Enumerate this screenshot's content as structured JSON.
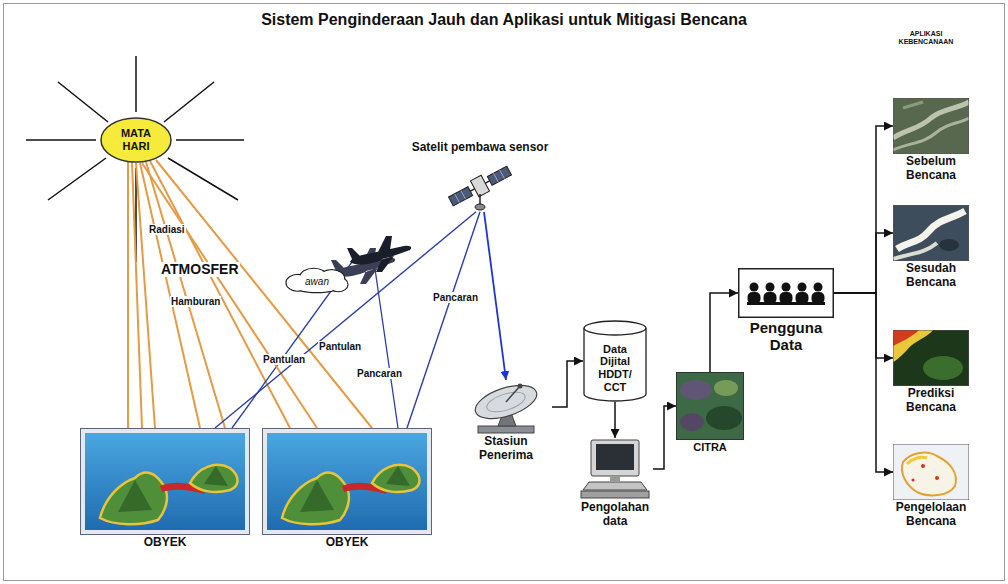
{
  "diagram": {
    "title": "Sistem Penginderaan Jauh dan Aplikasi untuk Mitigasi Bencana",
    "nodes": [
      {
        "text": [
          "MATA HARI"
        ]
      },
      {
        "text": [
          "Satelit pembawa sensor"
        ]
      },
      {
        "text": [
          "awan"
        ]
      },
      {
        "text": [
          "OBYEK"
        ]
      },
      {
        "text": [
          "OBYEK"
        ]
      },
      {
        "text": [
          "Stasiun Penerima"
        ]
      },
      {
        "text": [
          "Data Dijital HDDT/ CCT"
        ]
      },
      {
        "text": [
          "Pengolahan data"
        ]
      },
      {
        "text": [
          "CITRA"
        ]
      },
      {
        "text": [
          "Pengguna Data"
        ]
      },
      {
        "text": [
          "Sebelum Bencana"
        ]
      },
      {
        "text": [
          "Sesudah Bencana"
        ]
      },
      {
        "text": [
          "Prediksi Bencana"
        ]
      },
      {
        "text": [
          "Pengelolaan Bencana"
        ]
      }
    ],
    "edges": [
      {
        "from": 0,
        "to": 3,
        "arrow": "none"
      },
      {
        "from": 0,
        "to": 4,
        "arrow": "none"
      },
      {
        "from": 3,
        "to": 1,
        "arrow": "none"
      },
      {
        "from": 4,
        "to": 1,
        "arrow": "none"
      },
      {
        "from": 1,
        "to": 5,
        "arrow": "to"
      },
      {
        "from": 5,
        "to": 6,
        "arrow": "to"
      },
      {
        "from": 6,
        "to": 7,
        "arrow": "to"
      },
      {
        "from": 7,
        "to": 8,
        "arrow": "to"
      },
      {
        "from": 8,
        "to": 9,
        "arrow": "to"
      },
      {
        "from": 9,
        "to": 10,
        "arrow": "to"
      },
      {
        "from": 9,
        "to": 11,
        "arrow": "to"
      },
      {
        "from": 9,
        "to": 12,
        "arrow": "to"
      },
      {
        "from": 9,
        "to": 13,
        "arrow": "to"
      }
    ],
    "labels": [
      "Radiasi",
      "ATMOSFER",
      "Hamburan",
      "Pantulan",
      "Pantulan",
      "Pancaran",
      "Pancaran",
      "APLIKASI KEBENCANAAN"
    ]
  }
}
